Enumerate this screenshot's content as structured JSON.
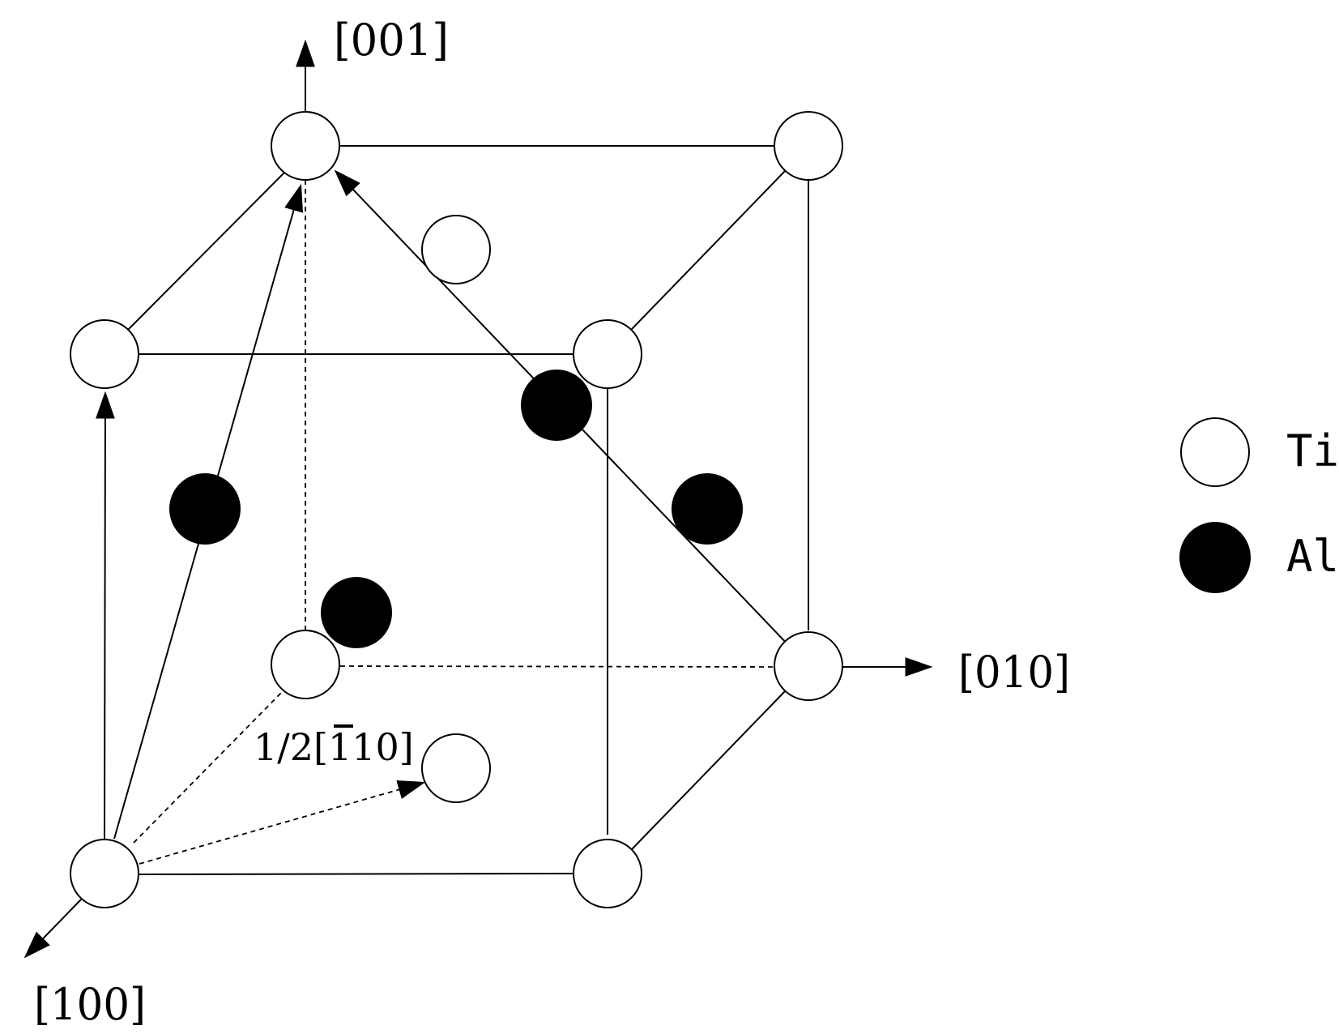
{
  "axes": {
    "z_label": "[001]",
    "y_label": "[010]",
    "x_label": "[100]"
  },
  "burgers_vector": {
    "prefix": "1/2[",
    "bar_digit": "1",
    "suffix": "10]"
  },
  "legend": {
    "ti_label": "Ti",
    "al_label": "Al"
  },
  "colors": {
    "ti_fill": "#ffffff",
    "al_fill": "#000000",
    "stroke": "#000000"
  }
}
